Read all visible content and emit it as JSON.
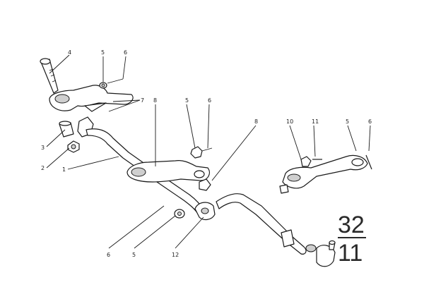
{
  "diagram": {
    "callouts": [
      {
        "id": "c-4a",
        "label": "4"
      },
      {
        "id": "c-5a",
        "label": "5"
      },
      {
        "id": "c-6a",
        "label": "6"
      },
      {
        "id": "c-7",
        "label": "7"
      },
      {
        "id": "c-8a",
        "label": "8"
      },
      {
        "id": "c-5b",
        "label": "5"
      },
      {
        "id": "c-6b",
        "label": "6"
      },
      {
        "id": "c-3",
        "label": "3"
      },
      {
        "id": "c-2",
        "label": "2"
      },
      {
        "id": "c-1",
        "label": "1"
      },
      {
        "id": "c-8b",
        "label": "8"
      },
      {
        "id": "c-10",
        "label": "10"
      },
      {
        "id": "c-11",
        "label": "11"
      },
      {
        "id": "c-5c",
        "label": "5"
      },
      {
        "id": "c-6c",
        "label": "6"
      },
      {
        "id": "c-6d",
        "label": "6"
      },
      {
        "id": "c-5d",
        "label": "5"
      },
      {
        "id": "c-12",
        "label": "12"
      }
    ],
    "group_code": {
      "top": "32",
      "bottom": "11"
    }
  }
}
